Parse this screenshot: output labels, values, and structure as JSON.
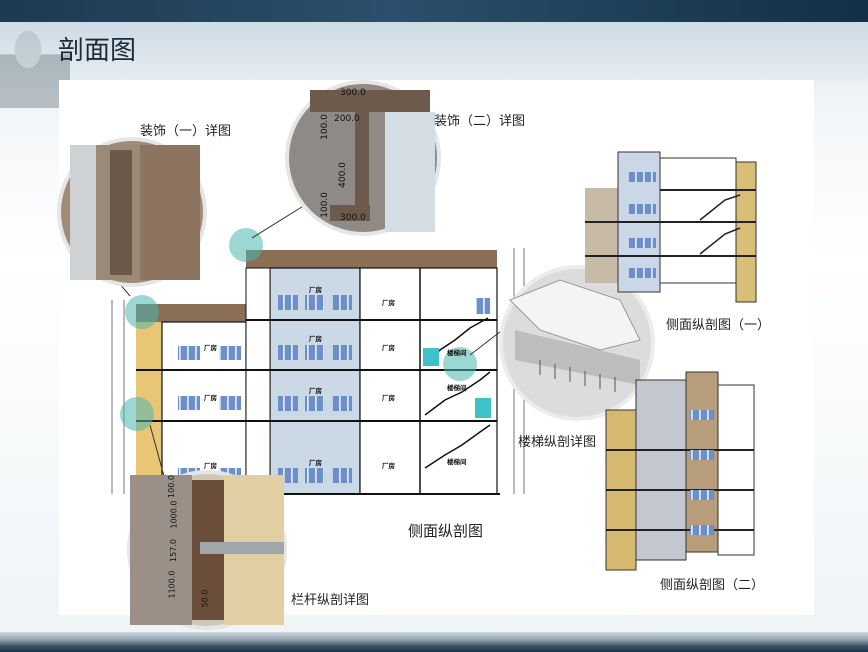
{
  "slide": {
    "title": "剖面图"
  },
  "labels": {
    "deco1": "装饰（一）详图",
    "deco2": "装饰（二）详图",
    "side_main": "侧面纵剖图",
    "side_1": "侧面纵剖图（一）",
    "side_2": "侧面纵剖图（二）",
    "stair_detail": "楼梯纵剖详图",
    "rail_detail": "栏杆纵剖详图"
  },
  "rooms": {
    "factory": "厂房",
    "stair": "楼梯间"
  },
  "dims": {
    "d300a": "300.0",
    "d200": "200.0",
    "d100a": "100.0",
    "d400": "400.0",
    "d100b": "100.0",
    "d300b": "300.0",
    "r100": "100.0",
    "r1000": "1000.0",
    "r157": "157.0",
    "r1100": "1100.0",
    "r50": "50.0"
  }
}
